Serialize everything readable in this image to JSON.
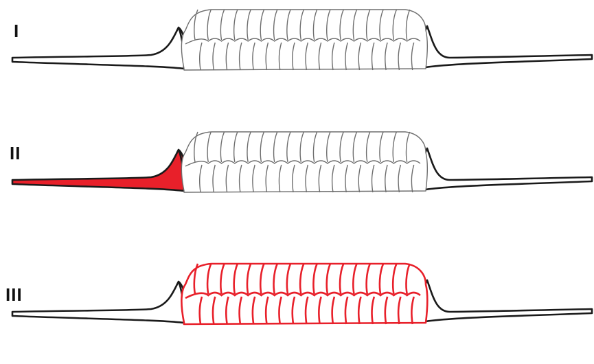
{
  "panels": [
    {
      "label": "I",
      "highlight": "none"
    },
    {
      "label": "II",
      "highlight": "left-end-cell"
    },
    {
      "label": "III",
      "highlight": "central-segmented-body"
    }
  ],
  "colors": {
    "outline": "#1a1a1a",
    "body_line": "#6e6e6e",
    "highlight": "#e8202a",
    "fill": "#ffffff"
  }
}
